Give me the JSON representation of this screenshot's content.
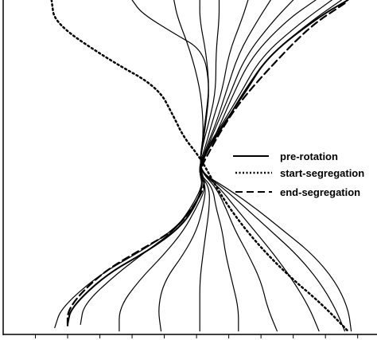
{
  "chart_data": {
    "type": "line",
    "title": "",
    "xlabel": "",
    "ylabel": "",
    "xlim": [
      0,
      11.6
    ],
    "ylim": [
      0,
      10
    ],
    "grid": false,
    "legend_placement": "center-right",
    "line_color": "#000000",
    "legend": [
      {
        "label": "pre-rotation",
        "style": "solid"
      },
      {
        "label": "start-segregation",
        "style": "dotted"
      },
      {
        "label": "end-segregation",
        "style": "dashed"
      }
    ],
    "series": [
      {
        "name": "pre-rotation",
        "style": "solid",
        "points": [
          [
            10.7,
            10
          ],
          [
            9.8,
            9.5
          ],
          [
            8.3,
            8.4
          ],
          [
            7.5,
            7.3
          ],
          [
            7.0,
            6.5
          ],
          [
            6.6,
            5.9
          ],
          [
            6.2,
            5.3
          ],
          [
            6.1,
            4.9
          ],
          [
            6.2,
            4.5
          ],
          [
            6.0,
            3.9
          ],
          [
            5.5,
            3.2
          ],
          [
            4.5,
            2.5
          ],
          [
            3.2,
            1.8
          ],
          [
            2.1,
            0.8
          ],
          [
            2.0,
            0.3
          ]
        ]
      },
      {
        "name": "start-segregation",
        "style": "dotted",
        "points": [
          [
            1.5,
            10
          ],
          [
            1.6,
            9.3
          ],
          [
            3.3,
            8.2
          ],
          [
            4.8,
            7.4
          ],
          [
            5.3,
            6.5
          ],
          [
            5.6,
            5.9
          ],
          [
            6.1,
            5.3
          ],
          [
            6.5,
            4.6
          ],
          [
            7.0,
            3.8
          ],
          [
            7.8,
            2.8
          ],
          [
            8.8,
            1.8
          ],
          [
            9.9,
            0.9
          ],
          [
            10.7,
            0.1
          ]
        ]
      },
      {
        "name": "end-segregation",
        "style": "dashed",
        "points": [
          [
            10.6,
            9.9
          ],
          [
            9.5,
            9.2
          ],
          [
            8.2,
            7.9
          ],
          [
            7.3,
            6.9
          ],
          [
            6.7,
            6.0
          ],
          [
            6.3,
            5.3
          ],
          [
            6.1,
            4.9
          ],
          [
            6.3,
            4.5
          ],
          [
            5.9,
            3.8
          ],
          [
            5.3,
            3.1
          ],
          [
            4.2,
            2.5
          ],
          [
            3.0,
            1.8
          ],
          [
            2.0,
            0.8
          ],
          [
            2.0,
            0.2
          ]
        ]
      },
      {
        "style": "solid",
        "points": [
          [
            10.5,
            10
          ],
          [
            9.6,
            9.4
          ],
          [
            8.2,
            8.3
          ],
          [
            7.5,
            7.2
          ],
          [
            6.9,
            6.4
          ],
          [
            6.5,
            5.8
          ],
          [
            6.2,
            5.2
          ],
          [
            6.1,
            4.9
          ],
          [
            6.2,
            4.5
          ],
          [
            5.9,
            3.9
          ],
          [
            5.4,
            3.2
          ],
          [
            4.3,
            2.5
          ],
          [
            3.0,
            1.8
          ],
          [
            1.8,
            0.8
          ],
          [
            1.6,
            0.2
          ]
        ]
      },
      {
        "style": "solid",
        "points": [
          [
            10.2,
            10
          ],
          [
            9.2,
            9.3
          ],
          [
            8.0,
            8.3
          ],
          [
            7.3,
            7.1
          ],
          [
            6.8,
            6.3
          ],
          [
            6.4,
            5.7
          ],
          [
            6.1,
            5.1
          ],
          [
            6.1,
            4.8
          ],
          [
            6.2,
            4.4
          ],
          [
            5.9,
            3.8
          ],
          [
            5.3,
            3.1
          ],
          [
            4.6,
            2.6
          ],
          [
            3.5,
            1.8
          ],
          [
            2.5,
            0.9
          ],
          [
            2.4,
            0.3
          ]
        ]
      },
      {
        "style": "solid",
        "points": [
          [
            9.7,
            10
          ],
          [
            8.8,
            9.4
          ],
          [
            7.7,
            8.3
          ],
          [
            7.1,
            7.1
          ],
          [
            6.7,
            6.2
          ],
          [
            6.4,
            5.6
          ],
          [
            6.1,
            5.0
          ],
          [
            6.1,
            4.8
          ],
          [
            6.3,
            4.4
          ],
          [
            6.0,
            3.8
          ],
          [
            5.6,
            3.1
          ],
          [
            5.0,
            2.4
          ],
          [
            4.2,
            1.6
          ],
          [
            3.6,
            0.8
          ],
          [
            3.6,
            0.1
          ]
        ]
      },
      {
        "style": "solid",
        "points": [
          [
            9.0,
            10
          ],
          [
            8.4,
            9.4
          ],
          [
            7.5,
            8.3
          ],
          [
            7.0,
            7.1
          ],
          [
            6.6,
            6.2
          ],
          [
            6.3,
            5.5
          ],
          [
            6.1,
            5.0
          ],
          [
            6.1,
            4.8
          ],
          [
            6.3,
            4.4
          ],
          [
            6.2,
            3.8
          ],
          [
            6.0,
            3.1
          ],
          [
            5.6,
            2.4
          ],
          [
            5.0,
            1.6
          ],
          [
            4.8,
            0.8
          ],
          [
            4.9,
            0.1
          ]
        ]
      },
      {
        "style": "solid",
        "points": [
          [
            8.3,
            10
          ],
          [
            7.9,
            9.4
          ],
          [
            7.3,
            8.4
          ],
          [
            6.9,
            7.2
          ],
          [
            6.6,
            6.3
          ],
          [
            6.3,
            5.6
          ],
          [
            6.1,
            5.0
          ],
          [
            6.1,
            4.8
          ],
          [
            6.4,
            4.4
          ],
          [
            6.4,
            3.8
          ],
          [
            6.3,
            3.1
          ],
          [
            6.2,
            2.4
          ],
          [
            6.1,
            1.6
          ],
          [
            6.1,
            0.8
          ],
          [
            6.1,
            0.1
          ]
        ]
      },
      {
        "style": "solid",
        "points": [
          [
            7.6,
            10
          ],
          [
            7.4,
            9.4
          ],
          [
            7.0,
            8.4
          ],
          [
            6.8,
            7.3
          ],
          [
            6.5,
            6.4
          ],
          [
            6.3,
            5.7
          ],
          [
            6.1,
            5.1
          ],
          [
            6.1,
            4.8
          ],
          [
            6.5,
            4.4
          ],
          [
            6.6,
            3.8
          ],
          [
            6.8,
            3.1
          ],
          [
            6.9,
            2.4
          ],
          [
            7.1,
            1.6
          ],
          [
            7.3,
            0.8
          ],
          [
            7.3,
            0.1
          ]
        ]
      },
      {
        "style": "solid",
        "points": [
          [
            6.7,
            10
          ],
          [
            6.7,
            9.4
          ],
          [
            6.6,
            8.4
          ],
          [
            6.6,
            7.3
          ],
          [
            6.4,
            6.4
          ],
          [
            6.2,
            5.7
          ],
          [
            6.1,
            5.1
          ],
          [
            6.2,
            4.8
          ],
          [
            6.6,
            4.4
          ],
          [
            6.9,
            3.8
          ],
          [
            7.2,
            3.1
          ],
          [
            7.6,
            2.4
          ],
          [
            8.0,
            1.6
          ],
          [
            8.2,
            0.8
          ],
          [
            8.5,
            0.1
          ]
        ]
      },
      {
        "style": "solid",
        "points": [
          [
            6.1,
            10
          ],
          [
            6.1,
            9.4
          ],
          [
            6.3,
            8.4
          ],
          [
            6.4,
            7.3
          ],
          [
            6.3,
            6.4
          ],
          [
            6.2,
            5.7
          ],
          [
            6.1,
            5.1
          ],
          [
            6.2,
            4.8
          ],
          [
            6.7,
            4.4
          ],
          [
            7.2,
            3.8
          ],
          [
            7.8,
            3.1
          ],
          [
            8.4,
            2.4
          ],
          [
            9.0,
            1.6
          ],
          [
            9.5,
            0.8
          ],
          [
            9.8,
            0.1
          ]
        ]
      },
      {
        "style": "solid",
        "points": [
          [
            5.3,
            10
          ],
          [
            5.4,
            9.5
          ],
          [
            5.8,
            8.5
          ],
          [
            6.1,
            7.4
          ],
          [
            6.2,
            6.5
          ],
          [
            6.2,
            5.8
          ],
          [
            6.1,
            5.2
          ],
          [
            6.2,
            4.8
          ],
          [
            6.8,
            4.4
          ],
          [
            7.5,
            3.8
          ],
          [
            8.3,
            3.1
          ],
          [
            9.1,
            2.4
          ],
          [
            9.8,
            1.6
          ],
          [
            10.3,
            0.8
          ],
          [
            10.6,
            0.1
          ]
        ]
      },
      {
        "style": "solid",
        "points": [
          [
            4.0,
            10
          ],
          [
            4.3,
            9.6
          ],
          [
            5.3,
            9.0
          ],
          [
            6.2,
            8.5
          ],
          [
            6.4,
            7.5
          ],
          [
            6.3,
            6.6
          ],
          [
            6.2,
            5.9
          ],
          [
            6.1,
            5.2
          ],
          [
            6.2,
            4.8
          ],
          [
            6.9,
            4.4
          ],
          [
            7.8,
            3.8
          ],
          [
            8.7,
            3.1
          ],
          [
            9.6,
            2.4
          ],
          [
            10.3,
            1.6
          ],
          [
            10.7,
            0.8
          ],
          [
            10.8,
            0.1
          ]
        ]
      }
    ]
  }
}
